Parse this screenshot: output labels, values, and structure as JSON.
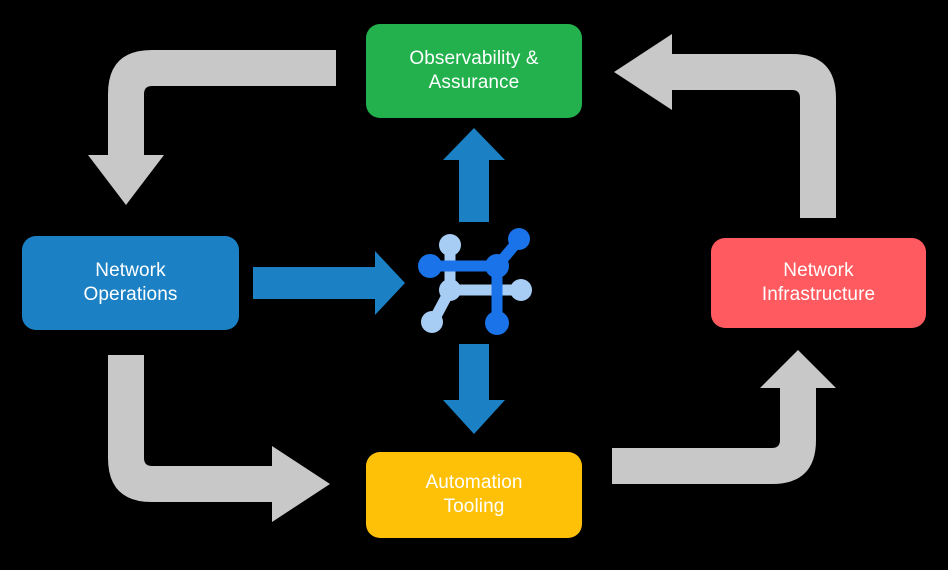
{
  "diagram": {
    "title": "Network automation lifecycle cycle diagram",
    "background_color": "#000000",
    "nodes": [
      {
        "id": "observability",
        "label": "Observability &\nAssurance",
        "color": "#22b14c",
        "text_color": "#ffffff",
        "position": "top"
      },
      {
        "id": "network-operations",
        "label": "Network\nOperations",
        "color": "#1b81c4",
        "text_color": "#ffffff",
        "position": "left"
      },
      {
        "id": "network-infrastructure",
        "label": "Network\nInfrastructure",
        "color": "#ff5a5f",
        "text_color": "#ffffff",
        "position": "right"
      },
      {
        "id": "automation-tooling",
        "label": "Automation\nTooling",
        "color": "#ffc107",
        "text_color": "#ffffff",
        "position": "bottom"
      }
    ],
    "center_icon": {
      "name": "network-topology-icon",
      "primary_color": "#1a73e8",
      "secondary_color": "#a8cdf5"
    },
    "connectors": [
      {
        "id": "ops-to-center",
        "from": "network-operations",
        "to": "center-icon",
        "direction": "right",
        "style": "straight",
        "color": "#1b81c4"
      },
      {
        "id": "center-to-observability",
        "from": "center-icon",
        "to": "observability",
        "direction": "up",
        "style": "straight",
        "color": "#1b81c4"
      },
      {
        "id": "center-to-automation",
        "from": "center-icon",
        "to": "automation-tooling",
        "direction": "down",
        "style": "straight",
        "color": "#1b81c4"
      },
      {
        "id": "observability-to-ops",
        "from": "observability",
        "to": "network-operations",
        "direction": "left-then-down",
        "style": "elbow",
        "color": "#c8c8c8"
      },
      {
        "id": "infrastructure-to-observability",
        "from": "network-infrastructure",
        "to": "observability",
        "direction": "up-then-left",
        "style": "elbow",
        "color": "#c8c8c8"
      },
      {
        "id": "ops-to-automation",
        "from": "network-operations",
        "to": "automation-tooling",
        "direction": "down-then-right",
        "style": "elbow",
        "color": "#c8c8c8"
      },
      {
        "id": "automation-to-infrastructure",
        "from": "automation-tooling",
        "to": "network-infrastructure",
        "direction": "right-then-up",
        "style": "elbow",
        "color": "#c8c8c8"
      }
    ]
  }
}
